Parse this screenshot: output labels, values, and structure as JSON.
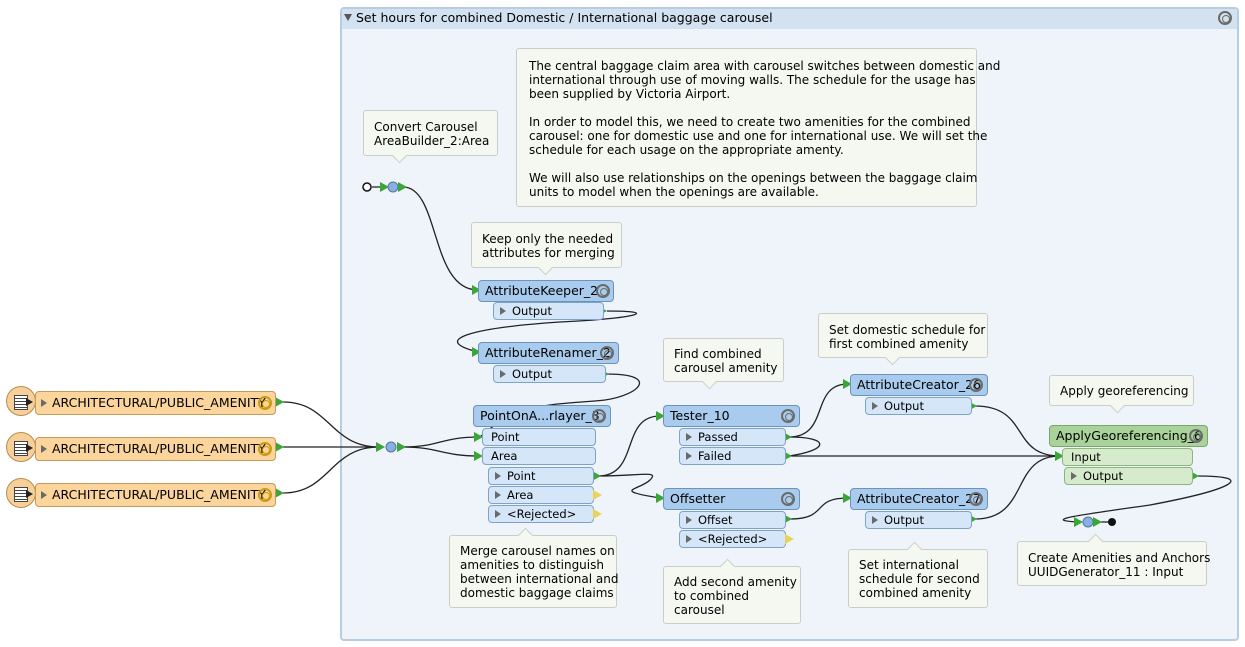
{
  "bookmark": {
    "title": "Set hours for combined Domestic / International baggage carousel"
  },
  "notes": {
    "description": [
      "The central baggage claim area with carousel switches between domestic and",
      "international through use of moving walls. The schedule for the usage has",
      "been supplied by Victoria Airport.",
      "",
      "In order to model this, we need to create two amenities for the combined",
      "carousel: one for domestic use and one for international use. We will set the",
      "schedule for each usage on the appropriate amenty.",
      "",
      "We will also use relationships on the openings between the baggage claim",
      "units to model when the openings are available."
    ],
    "convert": [
      "Convert Carousel",
      "AreaBuilder_2:Area"
    ],
    "keep": [
      "Keep only the needed",
      "attributes for merging"
    ],
    "find": [
      "Find combined",
      "carousel amenity"
    ],
    "domestic": [
      "Set domestic schedule for",
      "first combined amenity"
    ],
    "georef": [
      "Apply georeferencing"
    ],
    "merge": [
      "Merge carousel names on",
      "amenities to distinguish",
      "between international and",
      "domestic baggage claims"
    ],
    "second": [
      "Add second amenity",
      "to combined",
      "carousel"
    ],
    "international": [
      "Set international",
      "schedule for second",
      "combined amenity"
    ],
    "create": [
      "Create Amenities and Anchors",
      "UUIDGenerator_11 : Input"
    ]
  },
  "readers": [
    {
      "label": "ARCHITECTURAL/PUBLIC_AMENITY"
    },
    {
      "label": "ARCHITECTURAL/PUBLIC_AMENITY"
    },
    {
      "label": "ARCHITECTURAL/PUBLIC_AMENITY"
    }
  ],
  "transformers": {
    "attributekeeper": {
      "name": "AttributeKeeper_2",
      "out": "Output"
    },
    "attributerenamer": {
      "name": "AttributeRenamer_2",
      "out": "Output"
    },
    "pointonarea": {
      "name": "PointOnA...rlayer_3",
      "in1": "Point",
      "in2": "Area",
      "out1": "Point",
      "out2": "Area",
      "out3": "<Rejected>"
    },
    "tester": {
      "name": "Tester_10",
      "out1": "Passed",
      "out2": "Failed"
    },
    "offsetter": {
      "name": "Offsetter",
      "out1": "Offset",
      "out2": "<Rejected>"
    },
    "attrcreator26": {
      "name": "AttributeCreator_26",
      "out": "Output"
    },
    "attrcreator27": {
      "name": "AttributeCreator_27",
      "out": "Output"
    },
    "applygeo": {
      "name": "ApplyGeoreferencing_6",
      "in": "Input",
      "out": "Output"
    }
  },
  "colors": {
    "bookmark_bg": "#eef4fa",
    "transformer": "#a8cbee",
    "georef": "#a9d39a",
    "reader": "#fbd59c",
    "note": "#f4f8f1"
  }
}
